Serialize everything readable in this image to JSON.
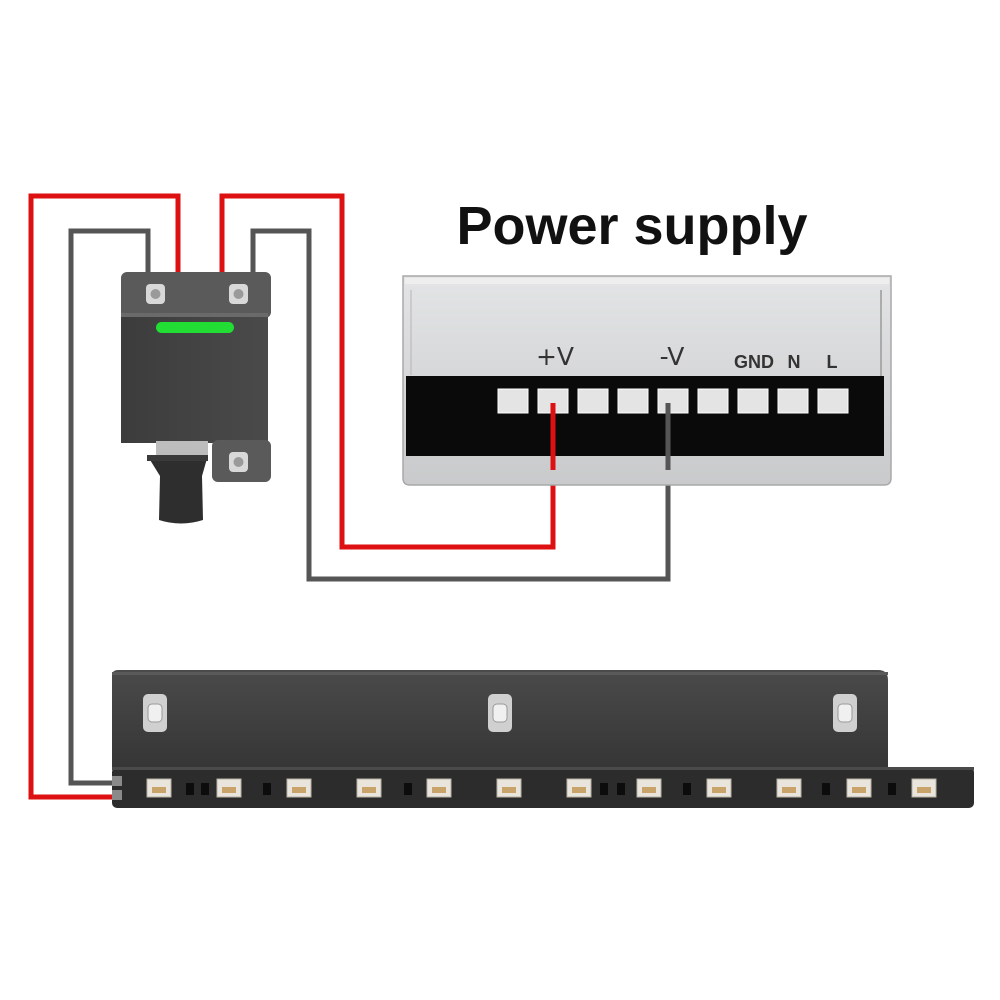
{
  "title": "Power supply",
  "power_supply": {
    "terminals": [
      "+V",
      "-V",
      "GND",
      "N",
      "L"
    ]
  },
  "colors": {
    "positive_wire": "#dd1111",
    "negative_wire": "#555555",
    "indicator_led": "#22dd33",
    "terminal_block": "#0a0a0a",
    "psu_body": "#d5d6d7",
    "strip_body": "#3e3e3e"
  },
  "components": [
    "dimmer-controller",
    "power-supply",
    "led-strip"
  ]
}
